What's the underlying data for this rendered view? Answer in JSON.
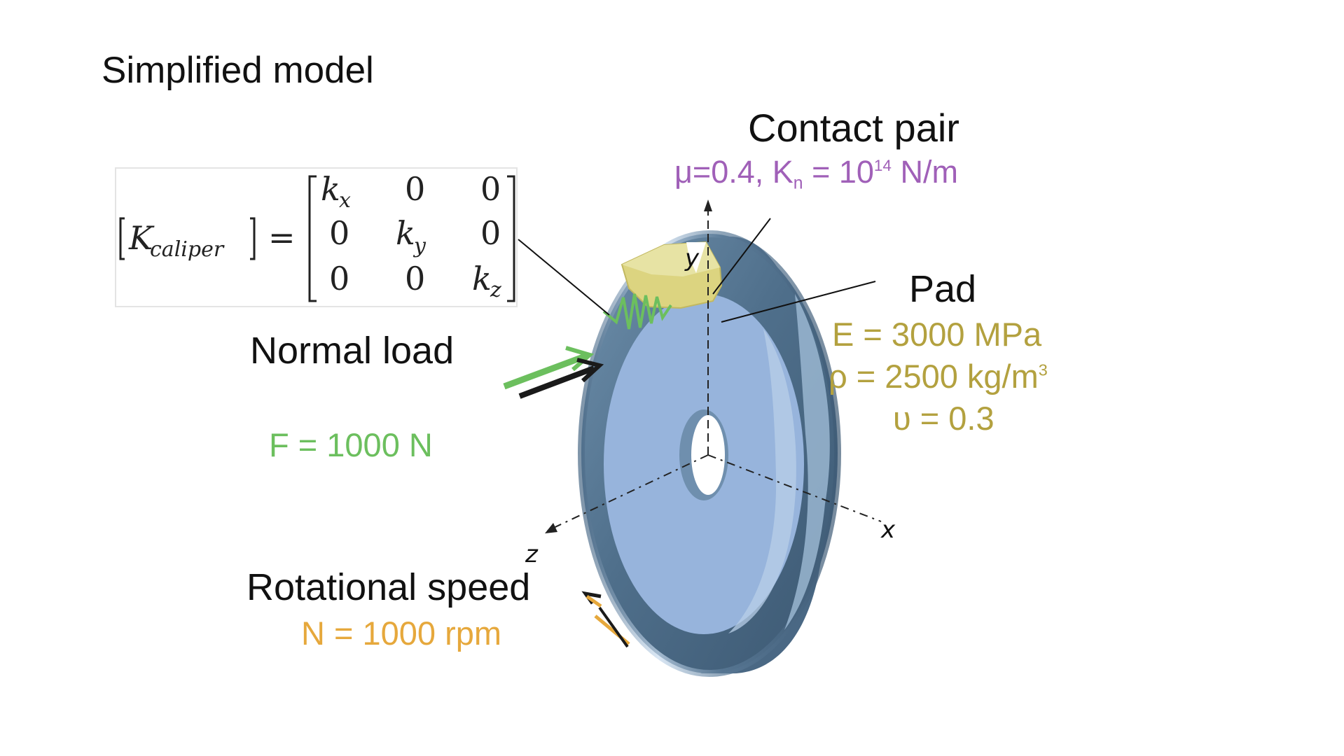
{
  "title": "Simplified model",
  "contact_pair": {
    "title": "Contact pair",
    "mu": "μ=0.4, K",
    "kn_sub": "n",
    "kn_val": " = 10",
    "kn_exp": "14",
    "kn_unit": " N/m",
    "color": "#a060b8"
  },
  "pad": {
    "title": "Pad",
    "e": "E = 3000 MPa",
    "rho": "ρ = 2500 kg/m",
    "rho_exp": "3",
    "nu": "υ = 0.3",
    "color": "#b3a13f"
  },
  "normal_load": {
    "title": "Normal load",
    "force": "F = 1000 N",
    "color": "#6cbf5e"
  },
  "rotational_speed": {
    "title": "Rotational speed",
    "speed": "N = 1000 rpm",
    "color": "#e6a83c"
  },
  "axes": {
    "x": "x",
    "y": "y",
    "z": "z"
  },
  "matrix": {
    "lhs_symbol": "K",
    "lhs_sub": "caliper",
    "equals": "=",
    "cells": [
      [
        "k",
        "0",
        "0"
      ],
      [
        "0",
        "k",
        "0"
      ],
      [
        "0",
        "0",
        "k"
      ]
    ],
    "diag_subs": [
      "x",
      "y",
      "z"
    ]
  },
  "colors": {
    "disc_face": "#97b4dc",
    "disc_rim": "#5e7f9c",
    "pad": "#dcd480",
    "spring": "#6cbf5e"
  }
}
